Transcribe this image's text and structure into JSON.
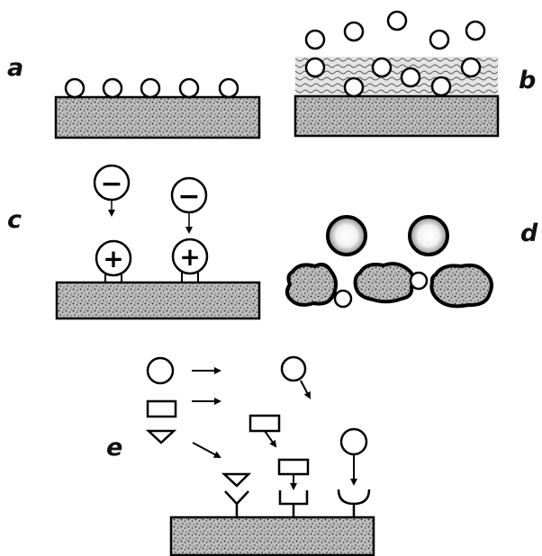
{
  "panels": {
    "a": {
      "label": "a"
    },
    "b": {
      "label": "b"
    },
    "c": {
      "label": "c",
      "negative_sign": "−",
      "positive_sign": "+"
    },
    "d": {
      "label": "d"
    },
    "e": {
      "label": "e"
    }
  },
  "colors": {
    "ink": "#000000",
    "substrate_fill": "#bdbdbd",
    "background": "#ffffff"
  }
}
